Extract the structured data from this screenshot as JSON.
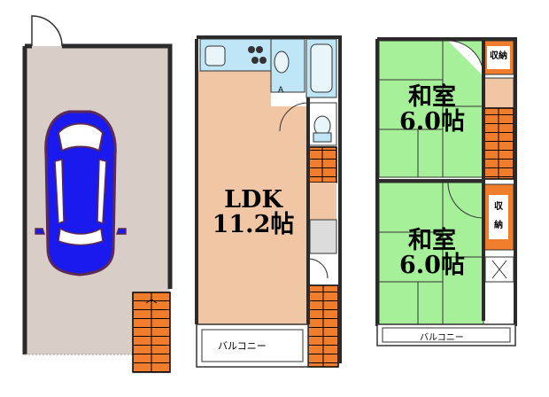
{
  "floorplan": {
    "ldk": {
      "name": "LDK",
      "size": "11.2帖"
    },
    "washitsu_upper": {
      "name": "和室",
      "size": "6.0帖"
    },
    "washitsu_lower": {
      "name": "和室",
      "size": "6.0帖"
    },
    "closet_upper": "収納",
    "closet_lower_1": "収",
    "closet_lower_2": "納",
    "balcony_mid": "バルコニー",
    "balcony_right": "バルコニー",
    "colors": {
      "wall": "#2b2b2b",
      "garage_floor": "#d9cec7",
      "ldk_floor": "#f1c6a4",
      "tatami": "#a6f09a",
      "stairs": "#f07d2c",
      "car_body": "#1a1aee",
      "closet": "#f07d2c",
      "fixture": "#bfe6f6"
    }
  }
}
